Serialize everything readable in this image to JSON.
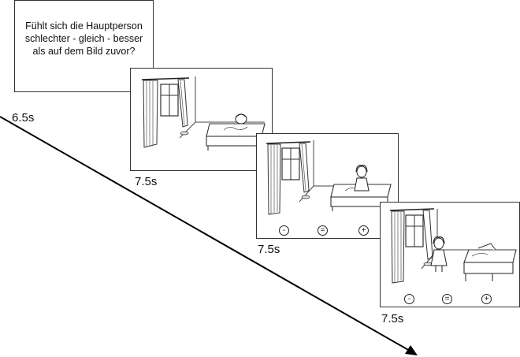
{
  "question": {
    "line1": "Fühlt sich die Hauptperson",
    "line2": "schlechter - gleich - besser",
    "line3": "als auf dem Bild zuvor?"
  },
  "timings": [
    "6.5s",
    "7.5s",
    "7.5s",
    "7.5s"
  ],
  "rating_buttons": {
    "worse": "-",
    "same": "=",
    "better": "+"
  }
}
